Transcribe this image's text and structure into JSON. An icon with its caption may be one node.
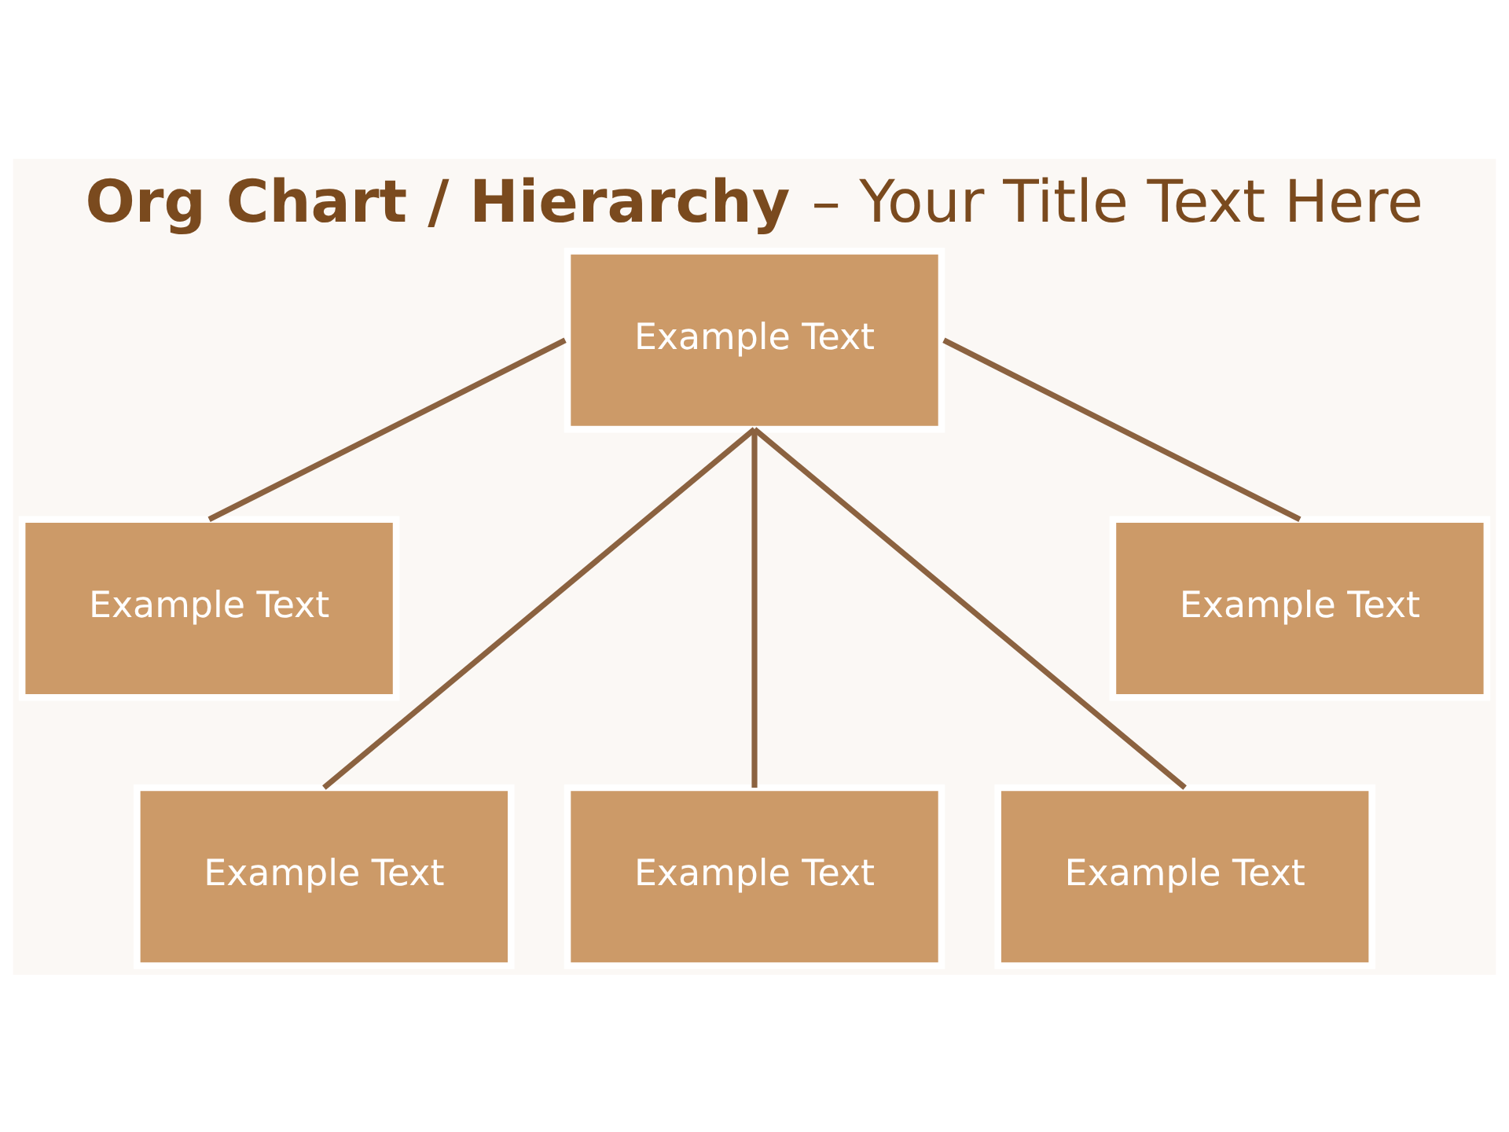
{
  "diagram": {
    "title": "**Org Chart / Hierarchy** – Your Title Text Here",
    "nodes": [
      {
        "text": [
          "Example Text"
        ]
      },
      {
        "text": [
          "Example Text"
        ]
      },
      {
        "text": [
          "Example Text"
        ]
      },
      {
        "text": [
          "Example Text"
        ]
      },
      {
        "text": [
          "Example Text"
        ]
      },
      {
        "text": [
          "Example Text"
        ]
      }
    ],
    "edges": [
      {
        "from": 0,
        "to": 1,
        "arrow": "none"
      },
      {
        "from": 0,
        "to": 2,
        "arrow": "none"
      },
      {
        "from": 0,
        "to": 3,
        "arrow": "none"
      },
      {
        "from": 0,
        "to": 4,
        "arrow": "none"
      },
      {
        "from": 0,
        "to": 5,
        "arrow": "none"
      }
    ]
  }
}
